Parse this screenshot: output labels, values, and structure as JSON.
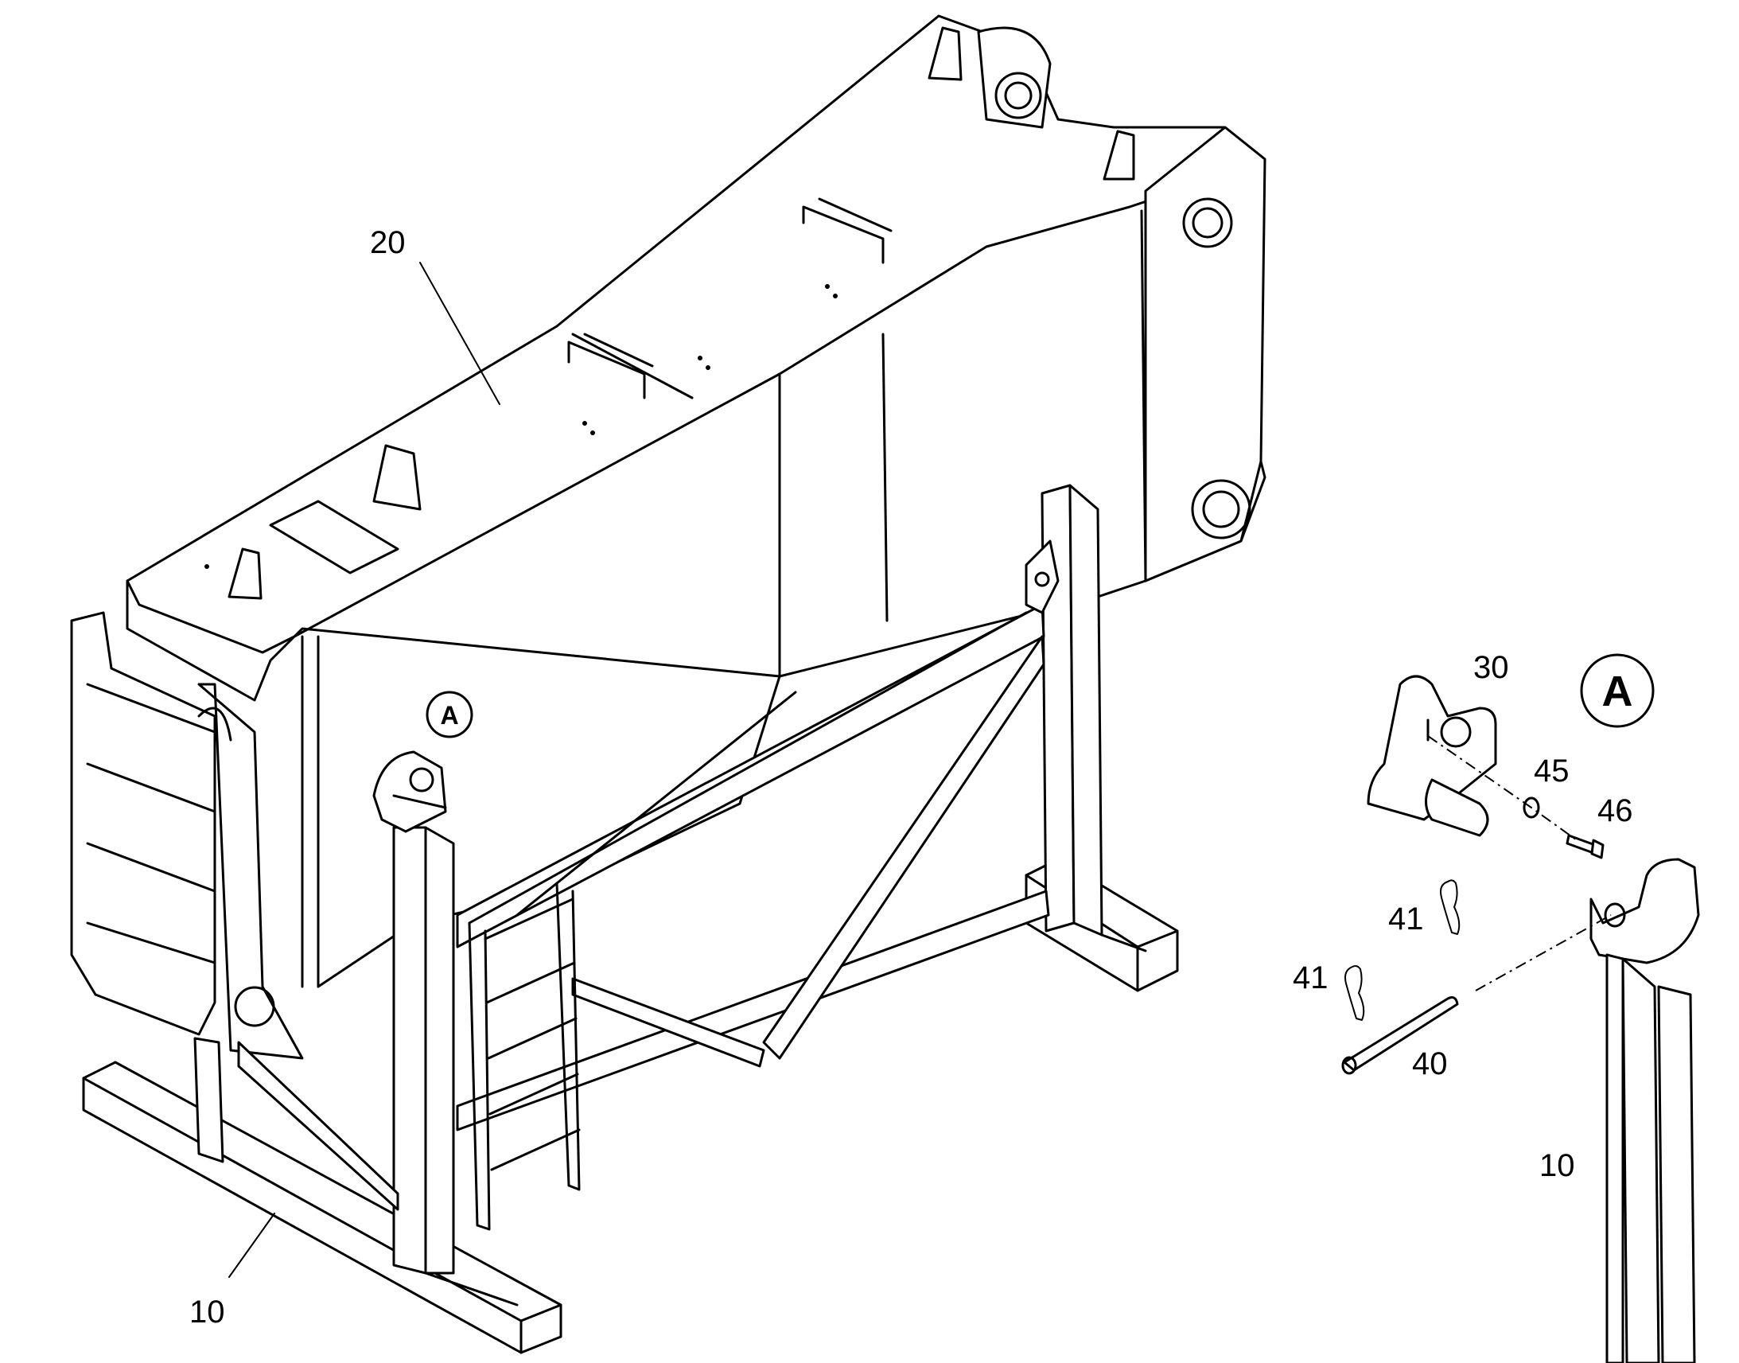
{
  "callouts": {
    "c20": "20",
    "c10_main": "10",
    "c10_detail": "10",
    "c30": "30",
    "c45": "45",
    "c46": "46",
    "c41_a": "41",
    "c41_b": "41",
    "c40": "40"
  },
  "detail_marks": {
    "in_view": "A",
    "detail_view": "A"
  }
}
